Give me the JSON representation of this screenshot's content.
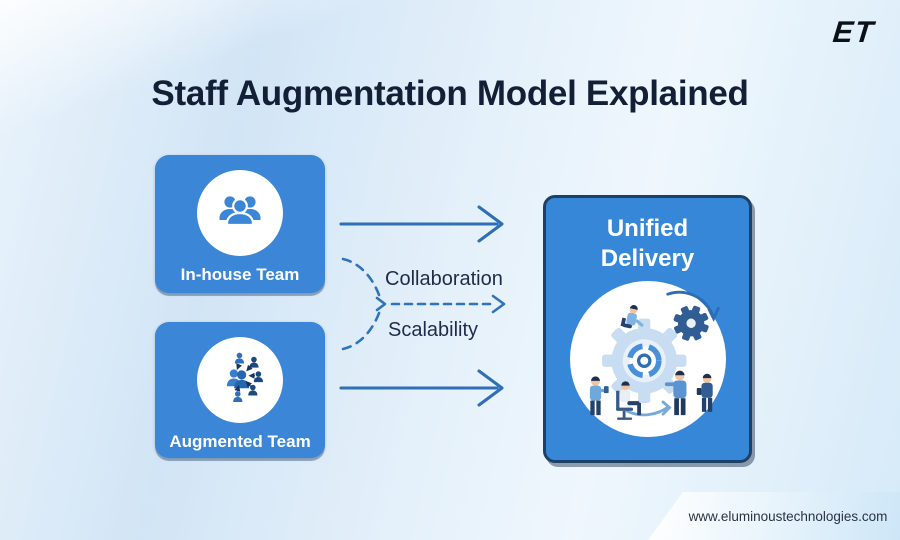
{
  "header": {
    "logo_text": "ET",
    "title": "Staff Augmentation Model Explained"
  },
  "diagram": {
    "source_nodes": [
      {
        "label": "In-house Team",
        "icon": "team-group-icon"
      },
      {
        "label": "Augmented Team",
        "icon": "network-team-icon"
      }
    ],
    "connector_labels": {
      "top": "Collaboration",
      "bottom": "Scalability"
    },
    "target_node": {
      "title_line1": "Unified",
      "title_line2": "Delivery",
      "icon": "gears-teamwork-illustration"
    }
  },
  "footer": {
    "website": "www.eluminoustechnologies.com"
  },
  "colors": {
    "node_fill": "#3b86d7",
    "node_border": "#1d4166",
    "solid_arrow": "#2e6fb5",
    "dashed_arrow": "#2f73ba",
    "title_text": "#131f36",
    "connector_text": "#1e2c4b",
    "footer_text": "#2a3342",
    "background_tint": "#d6eaf8"
  }
}
